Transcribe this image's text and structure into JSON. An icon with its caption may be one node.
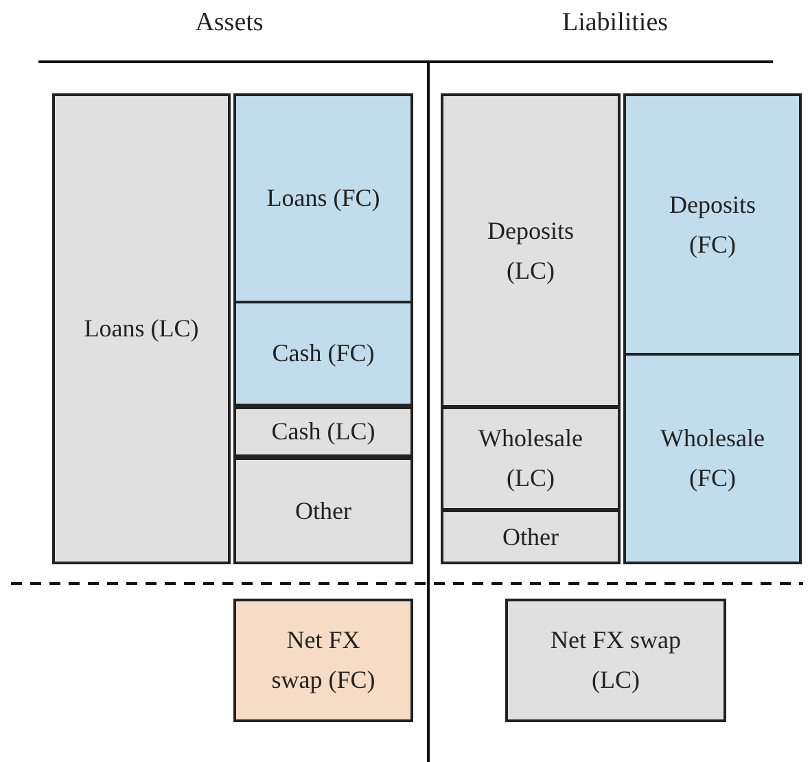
{
  "diagram": {
    "nodes": [
      {
        "text": [
          "Loans (LC)"
        ]
      },
      {
        "text": [
          "Loans (FC)"
        ]
      },
      {
        "text": [
          "Cash (FC)"
        ]
      },
      {
        "text": [
          "Cash (LC)"
        ]
      },
      {
        "text": [
          "Other"
        ]
      },
      {
        "text": [
          "Deposits (LC)"
        ]
      },
      {
        "text": [
          "Wholesale (LC)"
        ]
      },
      {
        "text": [
          "Other"
        ]
      },
      {
        "text": [
          "Deposits (FC)"
        ]
      },
      {
        "text": [
          "Wholesale (FC)"
        ]
      },
      {
        "text": [
          "Net FX swap (FC)"
        ]
      },
      {
        "text": [
          "Net FX swap (LC)"
        ]
      }
    ],
    "edges": [],
    "labels": [
      "Assets",
      "Liabilities"
    ]
  }
}
